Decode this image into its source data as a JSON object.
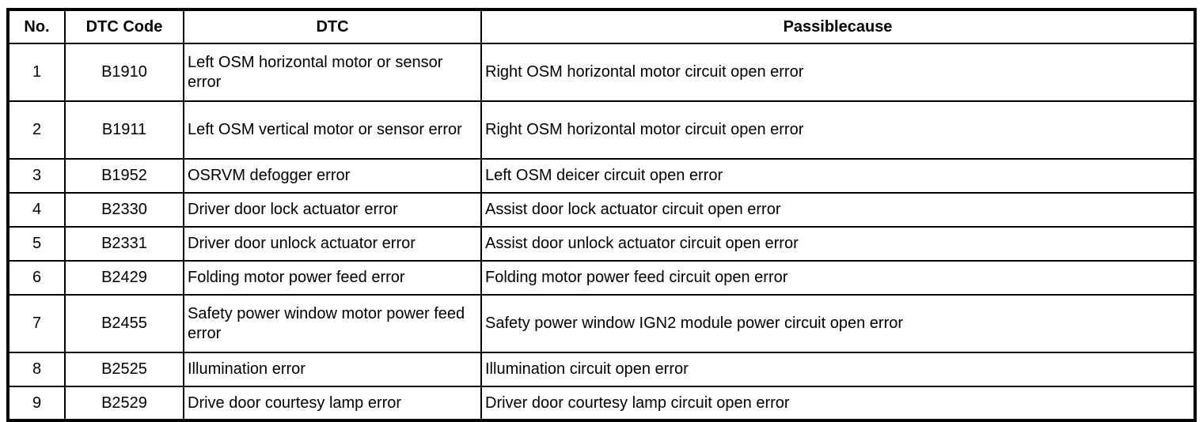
{
  "colors": {
    "border": "#000000",
    "background": "#ffffff",
    "text": "#000000"
  },
  "table": {
    "headers": [
      "No.",
      "DTC Code",
      "DTC",
      "Passiblecause"
    ],
    "rows": [
      {
        "no": "1",
        "code": "B1910",
        "dtc": "Left OSM horizontal motor or sensor error",
        "cause": "Right OSM horizontal motor circuit open error"
      },
      {
        "no": "2",
        "code": "B1911",
        "dtc": "Left OSM vertical motor or sensor error",
        "cause": "Right OSM horizontal motor circuit open error"
      },
      {
        "no": "3",
        "code": "B1952",
        "dtc": "OSRVM defogger error",
        "cause": "Left OSM deicer circuit open error"
      },
      {
        "no": "4",
        "code": "B2330",
        "dtc": "Driver door lock actuator error",
        "cause": "Assist door lock actuator circuit open error"
      },
      {
        "no": "5",
        "code": "B2331",
        "dtc": "Driver door unlock actuator error",
        "cause": "Assist door unlock actuator circuit open error"
      },
      {
        "no": "6",
        "code": "B2429",
        "dtc": "Folding motor power feed error",
        "cause": "Folding motor power feed circuit open error"
      },
      {
        "no": "7",
        "code": "B2455",
        "dtc": "Safety power window motor power feed error",
        "cause": "Safety power window IGN2 module power circuit open error"
      },
      {
        "no": "8",
        "code": "B2525",
        "dtc": "Illumination error",
        "cause": "Illumination circuit open error"
      },
      {
        "no": "9",
        "code": "B2529",
        "dtc": "Drive door courtesy lamp error",
        "cause": "Driver door courtesy lamp circuit open error"
      }
    ]
  }
}
